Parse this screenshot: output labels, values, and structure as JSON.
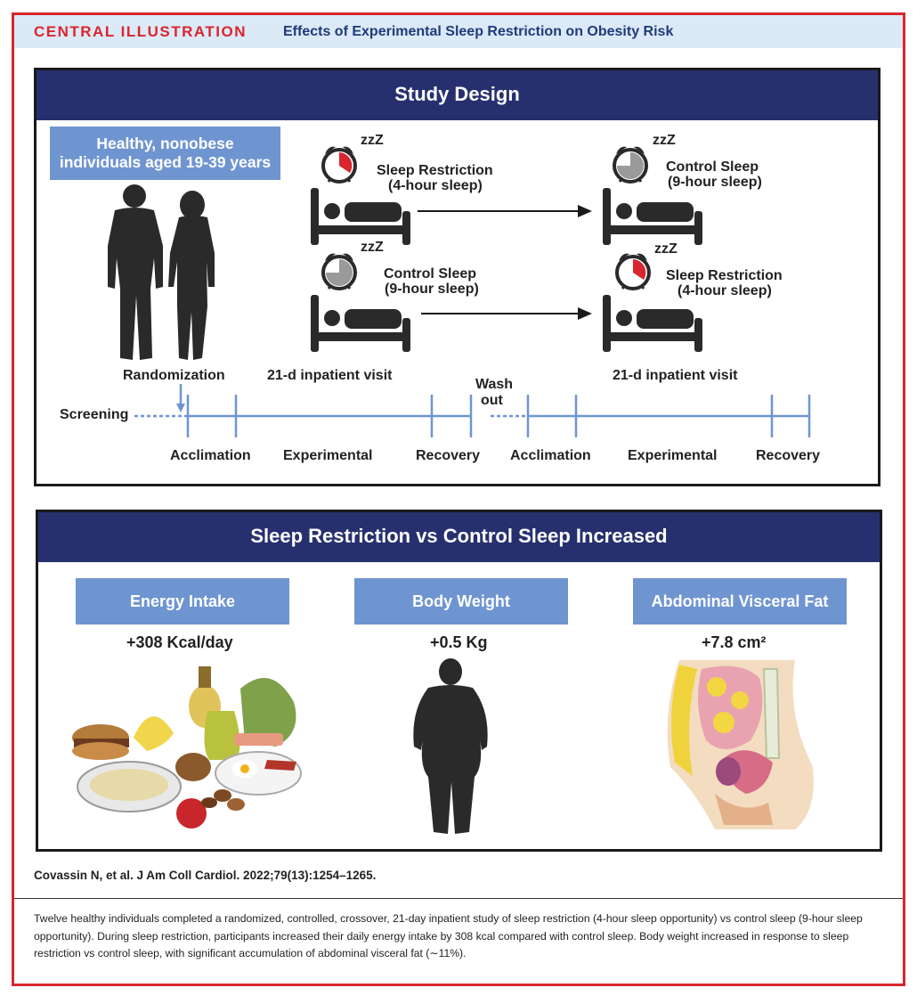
{
  "header": {
    "tag": "CENTRAL ILLUSTRATION",
    "title": "Effects of Experimental Sleep Restriction on Obesity Risk"
  },
  "study_design": {
    "title": "Study Design",
    "population": [
      "Healthy, nonobese",
      "individuals aged 19-39 years"
    ],
    "arm1": {
      "first": [
        "Sleep Restriction",
        "(4-hour sleep)"
      ],
      "second": [
        "Control Sleep",
        "(9-hour sleep)"
      ]
    },
    "arm2": {
      "first": [
        "Control Sleep",
        "(9-hour sleep)"
      ],
      "second": [
        "Sleep Restriction",
        "(4-hour sleep)"
      ]
    },
    "zzz": "zzZ",
    "randomization": "Randomization",
    "visit1": "21-d inpatient visit",
    "visit2": "21-d inpatient visit",
    "washout": [
      "Wash",
      "out"
    ],
    "screening": "Screening",
    "phases": [
      "Acclimation",
      "Experimental",
      "Recovery",
      "Acclimation",
      "Experimental",
      "Recovery"
    ]
  },
  "results": {
    "title": "Sleep Restriction vs Control Sleep Increased",
    "items": [
      {
        "label": "Energy Intake",
        "value": "+308 Kcal/day"
      },
      {
        "label": "Body Weight",
        "value": "+0.5 Kg"
      },
      {
        "label": "Abdominal Visceral Fat",
        "value": "+7.8 cm²"
      }
    ]
  },
  "colors": {
    "accent_red": "#d8262e",
    "navy": "#27306f",
    "label_blue": "#6f95d1",
    "timeline_blue": "#6f95d1"
  },
  "citation": "Covassin N, et al. J Am Coll Cardiol. 2022;79(13):1254–1265.",
  "caption": "Twelve healthy individuals completed a randomized, controlled, crossover, 21-day inpatient study of sleep restriction (4-hour sleep opportunity) vs control sleep (9-hour sleep opportunity). During sleep restriction, participants increased their daily energy intake by 308 kcal compared with control sleep. Body weight increased in response to sleep restriction vs control sleep, with significant accumulation of abdominal visceral fat (∼11%)."
}
